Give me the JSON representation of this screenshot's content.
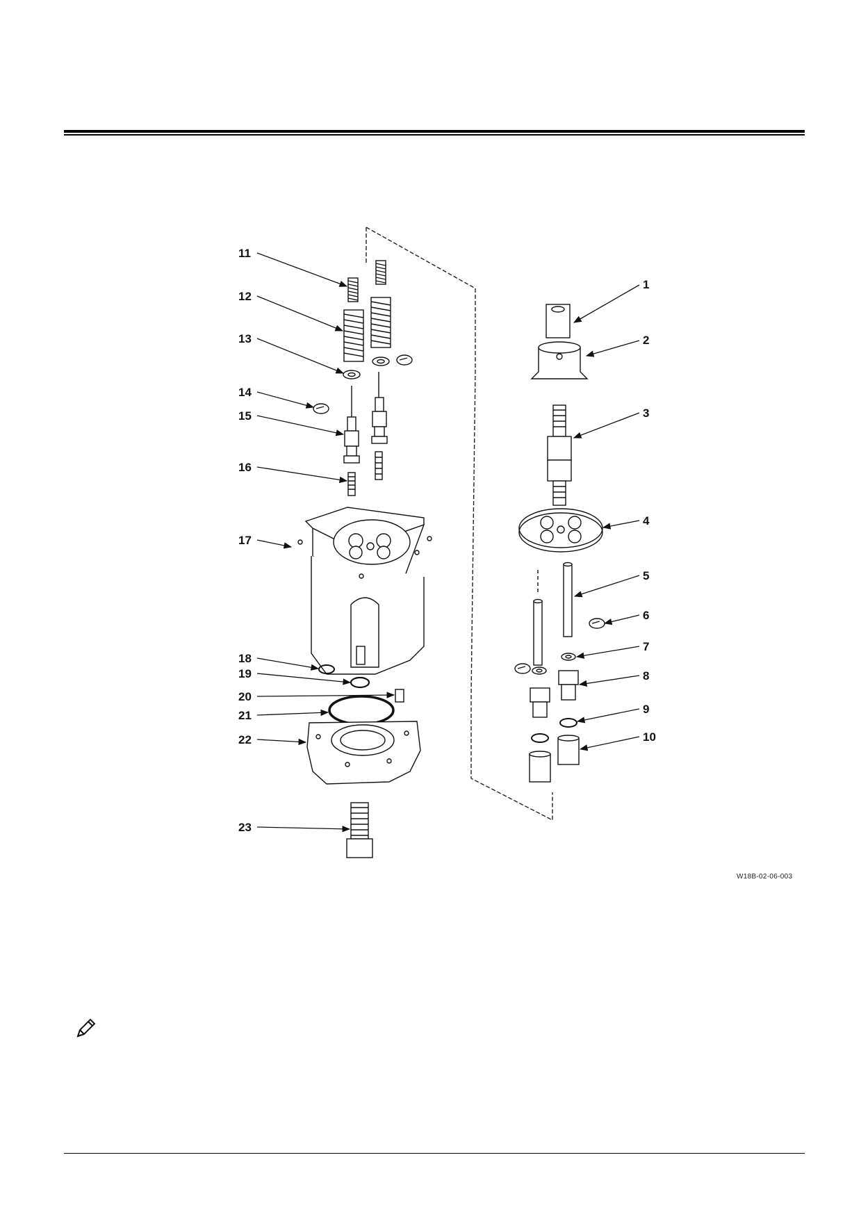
{
  "figure": {
    "code": "W18B-02-06-003",
    "callouts": {
      "c1": "1",
      "c2": "2",
      "c3": "3",
      "c4": "4",
      "c5": "5",
      "c6": "6",
      "c7": "7",
      "c8": "8",
      "c9": "9",
      "c10": "10",
      "c11": "11",
      "c12": "12",
      "c13": "13",
      "c14": "14",
      "c15": "15",
      "c16": "16",
      "c17": "17",
      "c18": "18",
      "c19": "19",
      "c20": "20",
      "c21": "21",
      "c22": "22",
      "c23": "23"
    }
  },
  "icons": {
    "note": "pencil-note-icon"
  }
}
